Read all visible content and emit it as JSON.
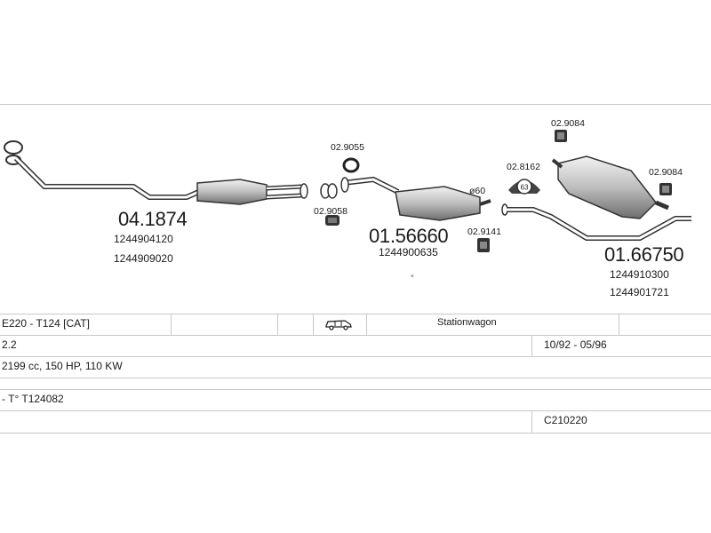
{
  "parts": {
    "front_pipe": {
      "number": "04.1874",
      "oem": [
        "1244904120",
        "1244909020"
      ]
    },
    "middle_silencer": {
      "number": "01.56660",
      "oem": [
        "1244900635"
      ]
    },
    "rear_silencer": {
      "number": "01.66750",
      "oem": [
        "1244910300",
        "1244901721"
      ]
    },
    "small_parts": {
      "p1": "02.9055",
      "p2": "02.9058",
      "p3": "02.9141",
      "p4": "02.8162",
      "p5": "02.9084",
      "p6": "02.9084"
    },
    "diameter_label": "ø60",
    "clamp_label": "63"
  },
  "table": {
    "row1": {
      "model": "E220 - T124  [CAT]",
      "body": "Stationwagon",
      "icon": "station-wagon-car-icon"
    },
    "row2": {
      "engine": "2.2",
      "years": "10/92 - 05/96"
    },
    "row3": {
      "spec": "2199 cc, 150 HP, 110 KW"
    },
    "row4": {
      "type": "- T° T124082"
    },
    "row5": {
      "code": "C210220"
    }
  },
  "colors": {
    "line": "#c8c8c8",
    "ink": "#1a1a1a",
    "part_fill": "#d9d9d9",
    "part_dark": "#555555"
  }
}
